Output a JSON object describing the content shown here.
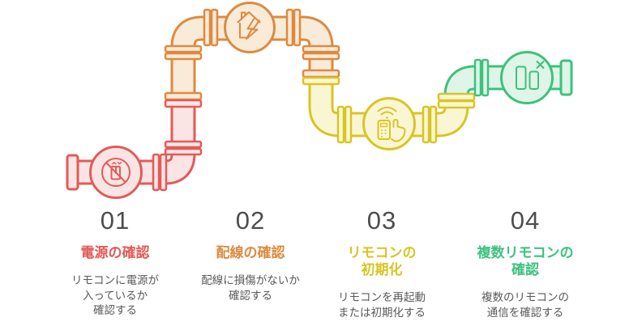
{
  "colors": {
    "red": "#E25B58",
    "red_fill": "#FBE5E4",
    "orange": "#DD8A40",
    "orange_fill": "#FAEBD9",
    "yellow": "#D8C524",
    "yellow_fill": "#FAF6D3",
    "green": "#3EC17E",
    "green_fill": "#DFF5E8",
    "number": "#4D4D4D",
    "text": "#58595B",
    "background": "#FFFFFF"
  },
  "steps": [
    {
      "number": "01",
      "title_lines": [
        "電源の確認"
      ],
      "description_lines": [
        "リモコンに電源が",
        "入っているか",
        "確認する"
      ],
      "accent": "#E25B58",
      "icon": "remote-power-off-icon"
    },
    {
      "number": "02",
      "title_lines": [
        "配線の確認"
      ],
      "description_lines": [
        "配線に損傷がないか",
        "確認する"
      ],
      "accent": "#DD8A40",
      "icon": "damaged-wiring-icon"
    },
    {
      "number": "03",
      "title_lines": [
        "リモコンの",
        "初期化"
      ],
      "description_lines": [
        "リモコンを再起動",
        "または初期化する"
      ],
      "accent": "#D8C524",
      "icon": "remote-reset-icon"
    },
    {
      "number": "04",
      "title_lines": [
        "複数リモコンの",
        "確認"
      ],
      "description_lines": [
        "複数のリモコンの",
        "通信を確認する"
      ],
      "accent": "#3EC17E",
      "icon": "multiple-remotes-icon"
    }
  ]
}
